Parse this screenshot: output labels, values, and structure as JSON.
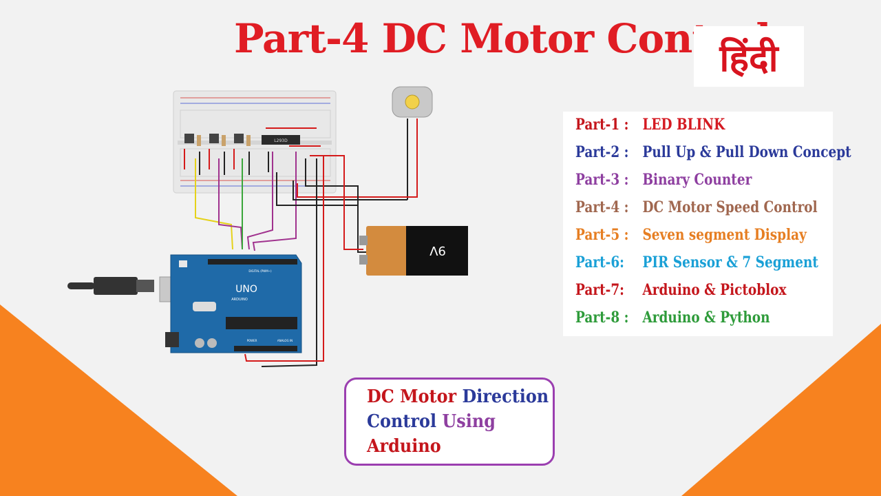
{
  "title": "Part-4 DC Motor Control",
  "language_tag": "हिंदी",
  "parts": [
    {
      "label": "Part-1 :",
      "text": "LED BLINK",
      "label_color": "#c4161c",
      "text_color": "#d41a22"
    },
    {
      "label": "Part-2 :",
      "text": "Pull Up & Pull Down Concept",
      "label_color": "#2b3a9a",
      "text_color": "#2b3a9a"
    },
    {
      "label": "Part-3 :",
      "text": "Binary Counter",
      "label_color": "#8e3fa0",
      "text_color": "#8e3fa0"
    },
    {
      "label": "Part-4 :",
      "text": "DC Motor Speed Control",
      "label_color": "#a0674f",
      "text_color": "#a0674f"
    },
    {
      "label": "Part-5 :",
      "text": "Seven segment Display",
      "label_color": "#e67e22",
      "text_color": "#e67e22"
    },
    {
      "label": "Part-6:",
      "text": "PIR Sensor & 7 Segment",
      "label_color": "#1aa0d6",
      "text_color": "#1aa0d6"
    },
    {
      "label": "Part-7:",
      "text": "Arduino & Pictoblox",
      "label_color": "#c4161c",
      "text_color": "#c4161c"
    },
    {
      "label": "Part-8 :",
      "text": "Arduino & Python",
      "label_color": "#2e9b3a",
      "text_color": "#2e9b3a"
    }
  ],
  "callout": {
    "line1_a": "DC Motor ",
    "line1_b": "Direction",
    "line2_a": "Control ",
    "line2_b": "Using",
    "line3": "Arduino"
  },
  "diagram": {
    "battery_label": "9V",
    "arduino_brand": "UNO",
    "chip_label": "L293D",
    "arduino_text": "ARDUINO",
    "digital_label": "DIGITAL (PWM~)",
    "power_label": "POWER",
    "analog_label": "ANALOG IN"
  },
  "colors": {
    "background": "#f2f2f2",
    "accent_orange": "#f7821f",
    "title_red": "#e01d24",
    "arduino_blue": "#1f6aa8",
    "callout_border": "#9b3fb0"
  }
}
